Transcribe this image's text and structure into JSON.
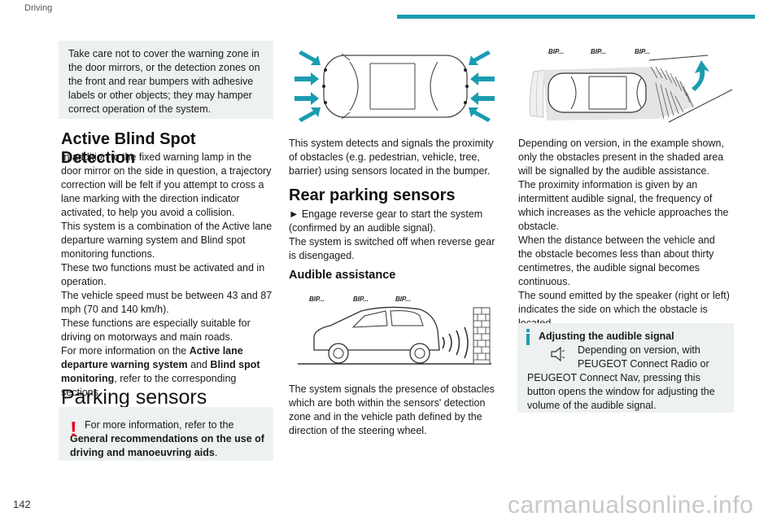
{
  "header": {
    "section": "Driving",
    "accent_color": "#1a9cb0"
  },
  "page_number": "142",
  "watermark": "carmanualsonline.info",
  "note_top": "Take care not to cover the warning zone in the door mirrors, or the detection zones on the front and rear bumpers with adhesive labels or other objects; they may hamper correct operation of the system.",
  "active_blind_spot": {
    "title": "Active Blind Spot Detection",
    "para1": "In addition to the fixed warning lamp in the door mirror on the side in question, a trajectory correction will be felt if you attempt to cross a lane marking with the direction indicator activated, to help you avoid a collision.",
    "para2": "This system is a combination of the Active lane departure warning system and Blind spot monitoring functions.",
    "para3": "These two functions must be activated and in operation.",
    "para4": "The vehicle speed must be between 43 and 87 mph (70 and 140 km/h).",
    "para5": "These functions are especially suitable for driving on motorways and main roads.",
    "para6_prefix": "For more information on the ",
    "para6_bold1": "Active lane departure warning system",
    "para6_mid": " and ",
    "para6_bold2": "Blind spot monitoring",
    "para6_suffix": ", refer to the corresponding sections."
  },
  "parking_sensors": {
    "title": "Parking sensors",
    "note_prefix": "For more information, refer to the ",
    "note_bold": "General recommendations on the use of driving and manoeuvring aids",
    "note_suffix": ".",
    "warn_color": "#e3001b"
  },
  "col2": {
    "detect_text": "This system detects and signals the proximity of obstacles (e.g. pedestrian, vehicle, tree, barrier) using sensors located in the bumper.",
    "rear_title": "Rear parking sensors",
    "rear_step": "► Engage reverse gear to start the system (confirmed by an audible signal).",
    "rear_off": "The system is switched off when reverse gear is disengaged.",
    "audible_title": "Audible assistance",
    "signals_text": "The system signals the presence of obstacles which are both within the sensors' detection zone and in the vehicle path defined by the direction of the steering wheel."
  },
  "bip_labels": [
    "BIP...",
    "BIP...",
    "BIP..."
  ],
  "col3": {
    "p1": "Depending on version, in the example shown, only the obstacles present in the shaded area will be signalled by the audible assistance.",
    "p2": "The proximity information is given by an intermittent audible signal, the frequency of which increases as the vehicle approaches the obstacle.",
    "p3": "When the distance between the vehicle and the obstacle becomes less than about thirty centimetres, the audible signal becomes continuous.",
    "p4": "The sound emitted by the speaker (right or left) indicates the side on which the obstacle is located.",
    "adjust_title": "Adjusting the audible signal",
    "adjust_text1": "Depending on version, with PEUGEOT Connect Radio or",
    "adjust_text2": "PEUGEOT Connect Nav, pressing this button opens the window for adjusting the volume of the audible signal.",
    "icon": "speaker-icon"
  }
}
